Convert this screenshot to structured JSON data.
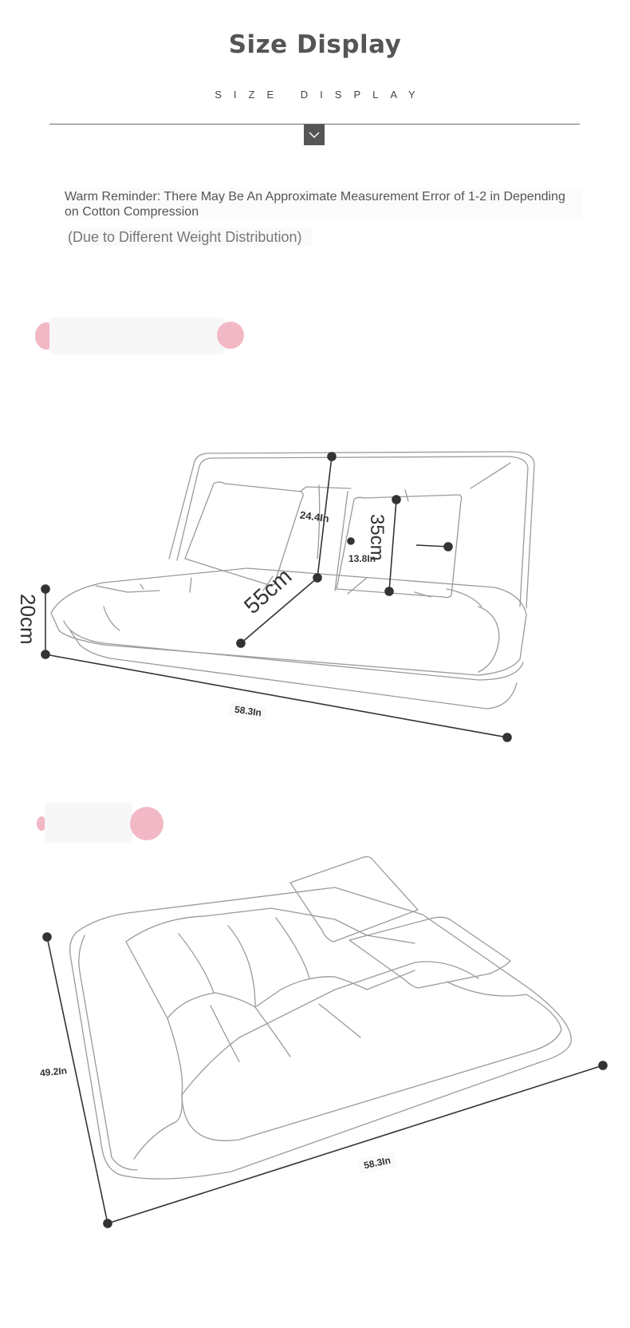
{
  "header": {
    "title": "Size Display",
    "subtitle": "SIZE DISPLAY"
  },
  "notice": {
    "reminder": "Warm Reminder: There May Be An Approximate Measurement Error of 1-2 in Depending on Cotton Compression",
    "distribution_note": "(Due to Different Weight Distribution)"
  },
  "sofa_mode": {
    "back_height": "24.4In",
    "pillow_height": "35cm",
    "pillow_width": "13.8In",
    "seat_depth": "55cm",
    "seat_height": "20cm",
    "length": "58.3In"
  },
  "bed_mode": {
    "width": "49.2In",
    "length": "58.3In"
  },
  "colors": {
    "accent_pink": "#f2b8c6",
    "dark": "#444444",
    "line": "#9a9a9a"
  }
}
